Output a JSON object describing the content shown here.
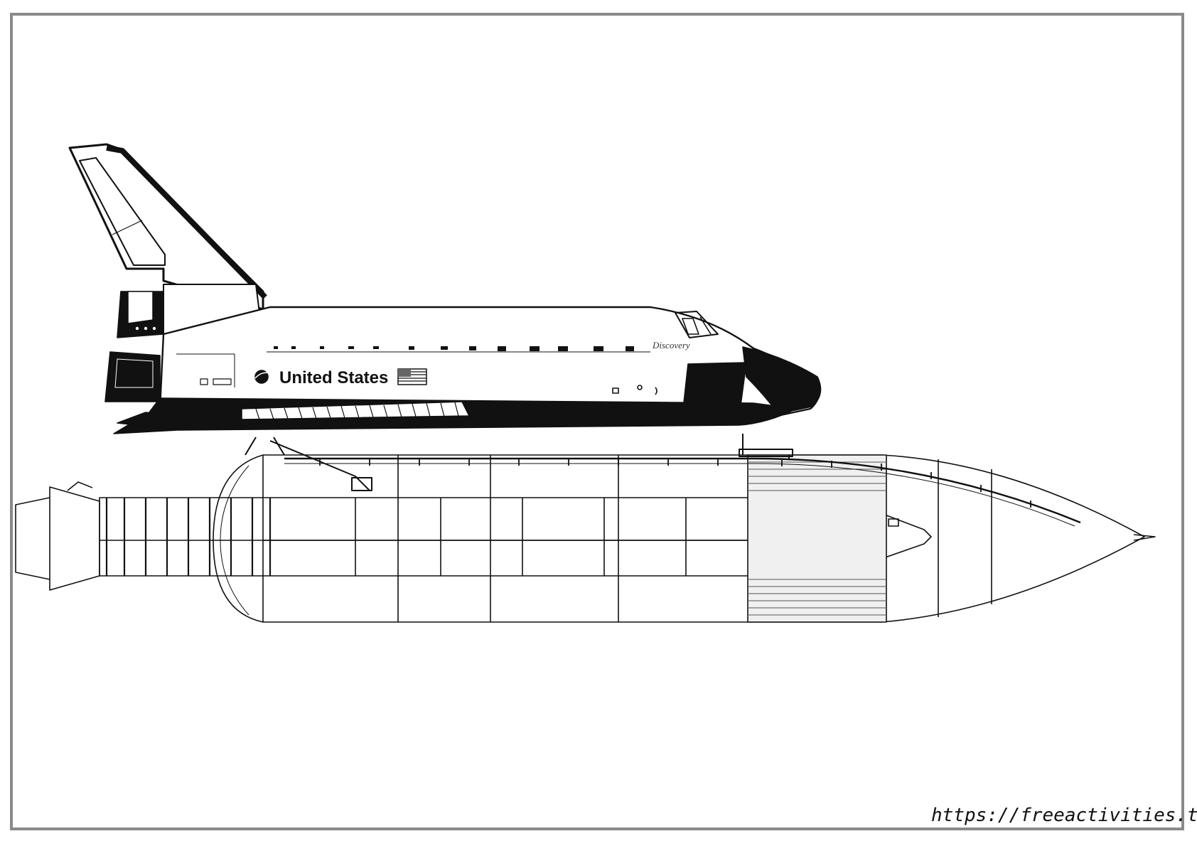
{
  "page": {
    "title": "Space Shuttle coloring page",
    "source_url": "https://freeactivities.tistory.com/",
    "border_color": "#8a8a8a",
    "ink_color": "#111111",
    "paper_color": "#ffffff"
  },
  "orbiter": {
    "side_label": "United States",
    "name_label": "Discovery",
    "icons": [
      "nasa-meatball-icon",
      "us-flag-icon"
    ]
  },
  "stack": {
    "components": [
      "orbiter",
      "external-tank",
      "solid-rocket-booster"
    ]
  }
}
